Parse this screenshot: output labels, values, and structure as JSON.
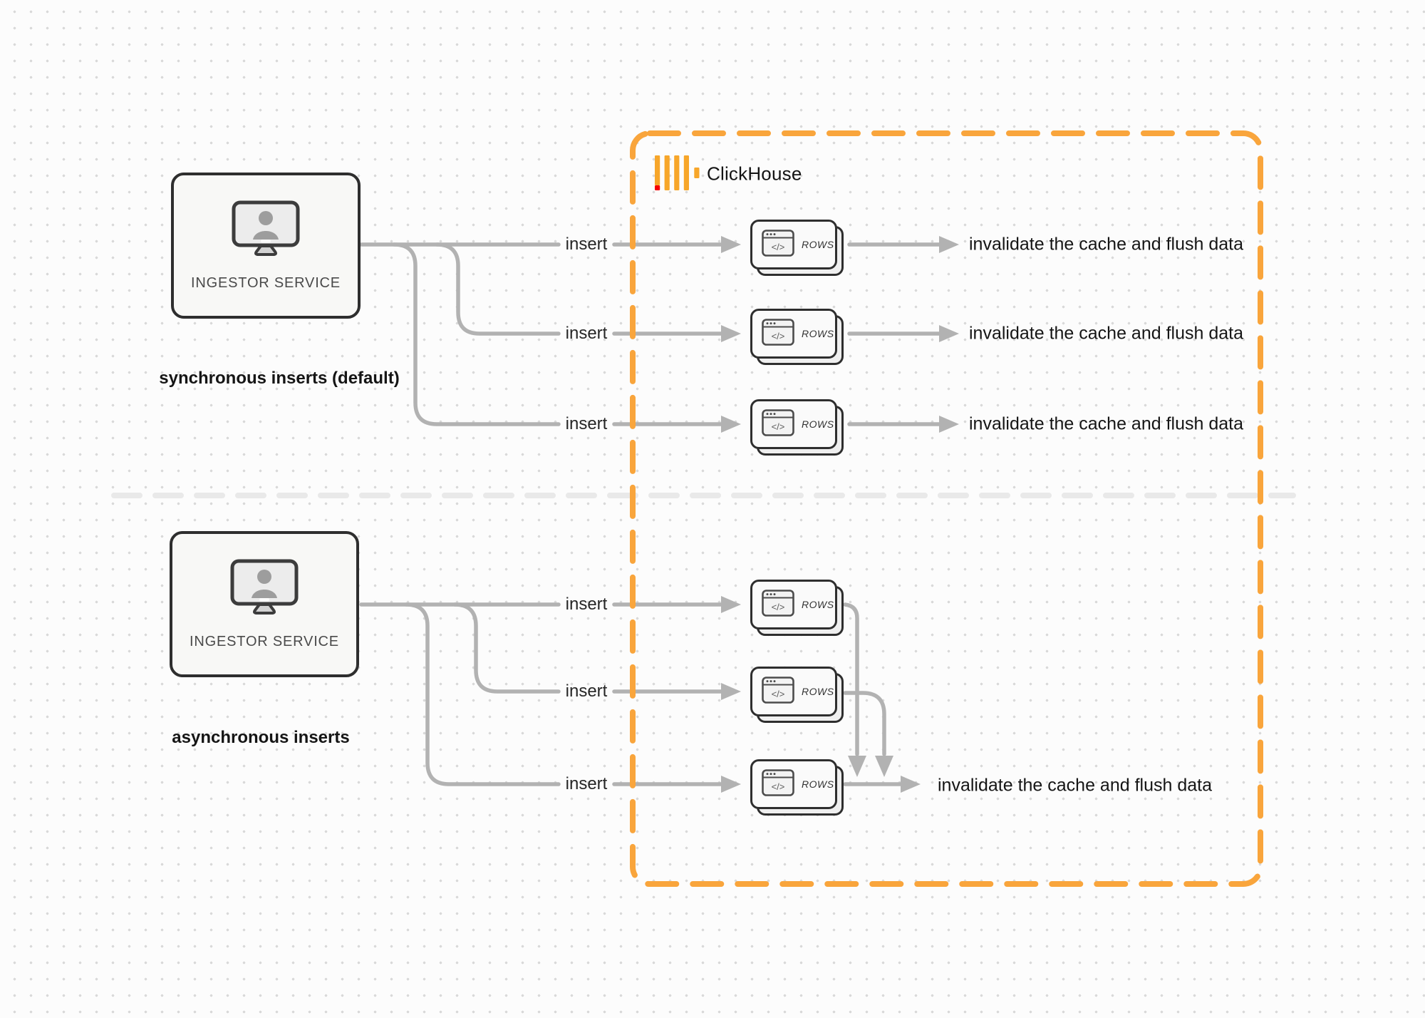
{
  "colors": {
    "accent_orange": "#F9A53C",
    "logo_bar_orange": "#F7A62A",
    "logo_red": "#F50000",
    "connector_gray": "#B2B2B2",
    "divider_gray": "#E9E9E9",
    "box_border_dark": "#2E2E2E"
  },
  "icons": {
    "monitor_user_icon": "monitor-with-user-silhouette",
    "code_window_icon": "browser-window-with-code",
    "clickhouse_logo_icon": "clickhouse-bars-logo",
    "code_glyph": "</>"
  },
  "labels": {
    "clickhouse": "ClickHouse",
    "ingestor_service": "INGESTOR SERVICE",
    "insert": "insert",
    "rows": "ROWS",
    "invalidate": "invalidate the cache and flush data",
    "sync_section": "synchronous inserts (default)",
    "async_section": "asynchronous inserts"
  }
}
